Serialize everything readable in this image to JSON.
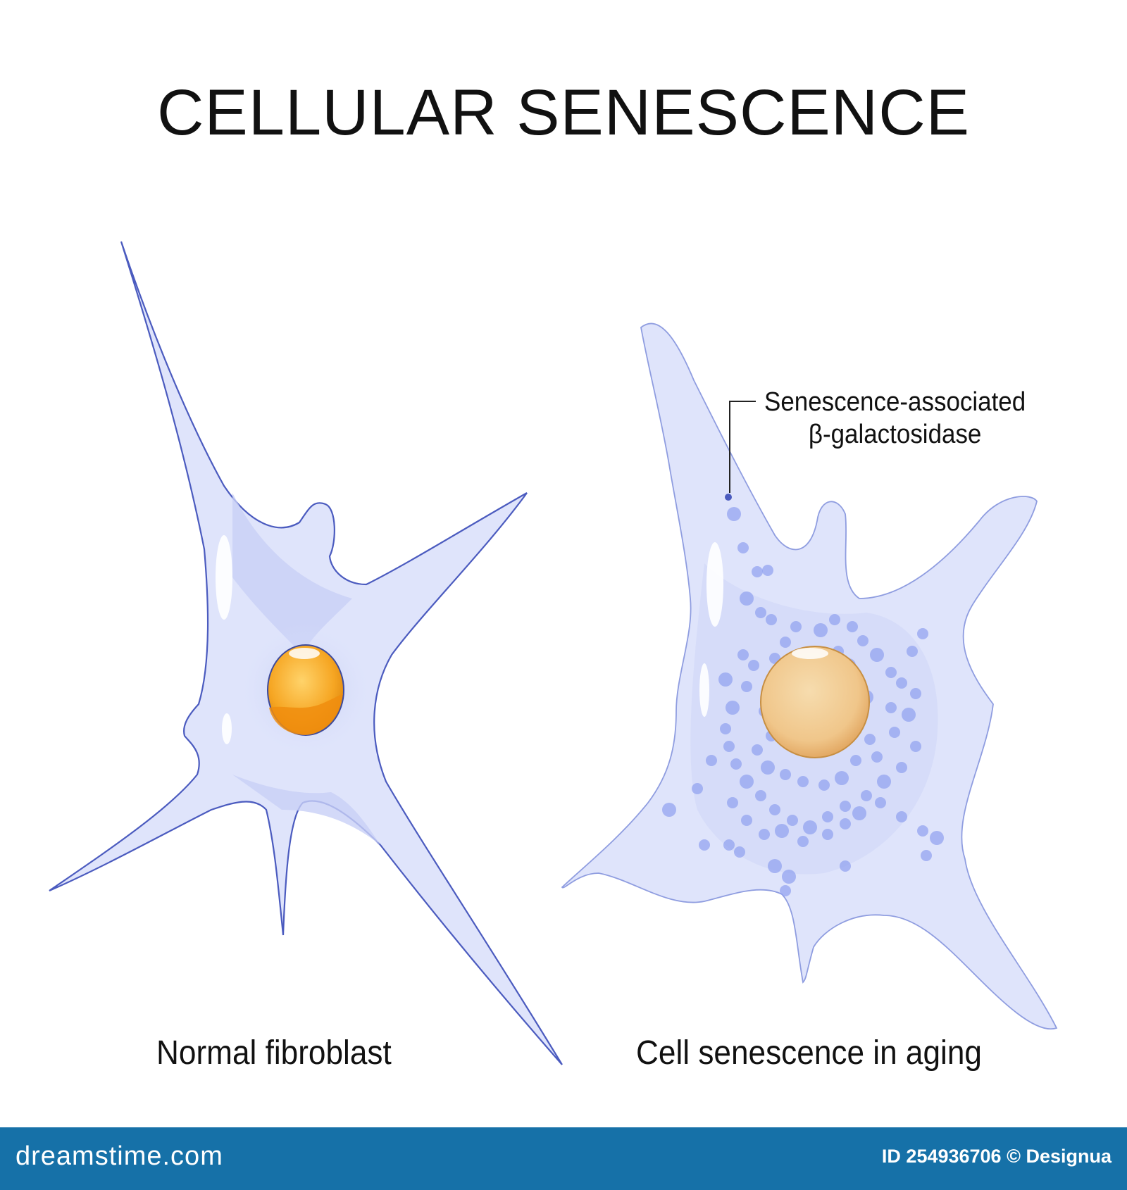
{
  "title": "CELLULAR SENESCENCE",
  "cells": {
    "normal": {
      "caption": "Normal fibroblast"
    },
    "senescent": {
      "caption": "Cell senescence in aging",
      "annotation_line1": "Senescence-associated",
      "annotation_line2": "β-galactosidase"
    }
  },
  "footer": {
    "brand": "dreamstime.com",
    "stock_id": "ID 254936706 © Designua"
  },
  "colors": {
    "cell_fill": "#dfe4fb",
    "cell_outline": "#4b5bbf",
    "normal_nucleus": "#f6a623",
    "senescent_nucleus": "#f2cc93",
    "granules": "#8fa0ef",
    "footer_bg": "#1671a8"
  }
}
